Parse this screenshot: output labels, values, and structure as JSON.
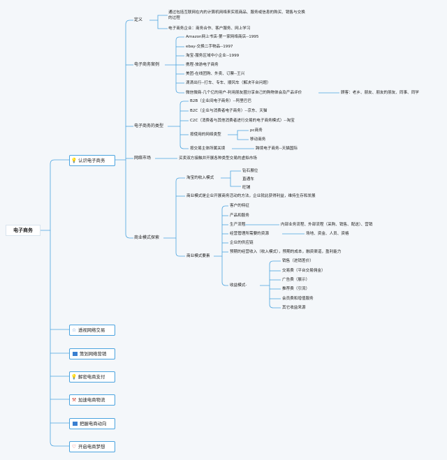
{
  "root": "电子商务",
  "branches": [
    {
      "label": "认识电子商务",
      "icon": "lightbulb-icon"
    },
    {
      "label": "透视网络交易",
      "icon": "star-icon"
    },
    {
      "label": "策划网络营销",
      "icon": "flag-icon"
    },
    {
      "label": "解密电商支付",
      "icon": "lightbulb-icon"
    },
    {
      "label": "加速电商物流",
      "icon": "tools-icon"
    },
    {
      "label": "把握电商动向",
      "icon": "flag-icon"
    },
    {
      "label": "开启电商梦想",
      "icon": "heart-icon"
    }
  ],
  "definition": {
    "label": "定义",
    "text1": "通过包括互联网在内的计算机网络来实现商品、服务或信息的购买、销售与交换",
    "text1_cont": "的过程",
    "text2": "电子商务企业：商务合作、客户服务、网上学习"
  },
  "cases": {
    "label": "电子商务案例",
    "items": [
      "Amazon网上书店-第一家网络商店--1995",
      "ebay-交换二手物品--1997",
      "淘宝-服务区域中小企业--1999",
      "携程-旅游电子商务",
      "美团-在线团购、外卖、订票--王兴",
      "滴滴出行--打车、专车、顺风车（解决平台问题）",
      "微信微商-几个亿的用户-利用朋友圈分享自己的购物体会及产品评价"
    ],
    "customers": "顾客：老乡、朋友、朋友的朋友、同事、同学"
  },
  "types": {
    "label": "电子商务的类型",
    "b2b": "B2B（企业间电子商务）--阿里巴巴",
    "b2c": "B2C（企业与消费者电子商务）--京东、天猫",
    "c2c": "C2C（消费者与其他消费者进行交易的电子商务模式）--淘宝",
    "network": "按使用的网络类型",
    "pc": "pc商务",
    "mobile": "移动商务",
    "region": "按交易主体所属关境",
    "cross": "跨境电子商务--天猫国际"
  },
  "market": {
    "label": "网络市场",
    "text": "买卖双方接触并开展各种类型交易的虚拟市场"
  },
  "model": {
    "label": "商业模式探索",
    "income": "淘宝的收入模式",
    "income_items": [
      "钻石展位",
      "直通车",
      "旺铺"
    ],
    "definition": "商业模式是企业开展商务活动的方法，企业就此获得利益，维持生存和发展",
    "elements": "商业模式要素",
    "element_items": [
      "客户的特征",
      "产品和服务",
      "生产流程",
      "经营管理所需要的资源",
      "企业的供应链",
      "预期的经营收入（收入模式），预期的成本，融资渠道，盈利能力"
    ],
    "process_detail": "内部业务流程、外部流程（采购、销售、配送）、营销",
    "resource_detail": "场地、资金、人员、资格",
    "revenue": "收益模式-",
    "revenue_items": [
      "销售（进销差价）",
      "交易费（平台交易佣金）",
      "广告费（展示）",
      "推荐费（引流）",
      "会员费和增值服务",
      "其它收益来源"
    ]
  }
}
